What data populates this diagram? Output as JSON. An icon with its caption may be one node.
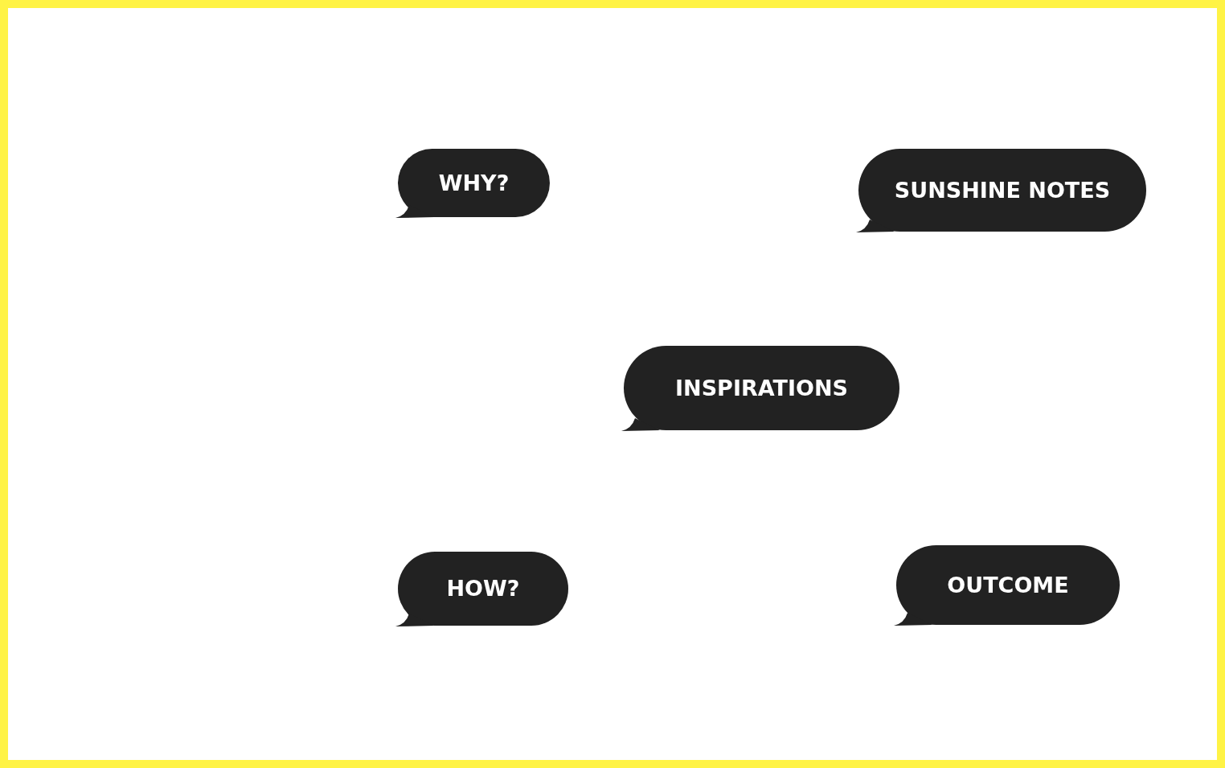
{
  "diagram": {
    "nodes": [
      {
        "text": [
          "WHY?"
        ]
      },
      {
        "text": [
          "SUNSHINE NOTES"
        ]
      },
      {
        "text": [
          "INSPIRATIONS"
        ]
      },
      {
        "text": [
          "HOW?"
        ]
      },
      {
        "text": [
          "OUTCOME"
        ]
      }
    ]
  }
}
